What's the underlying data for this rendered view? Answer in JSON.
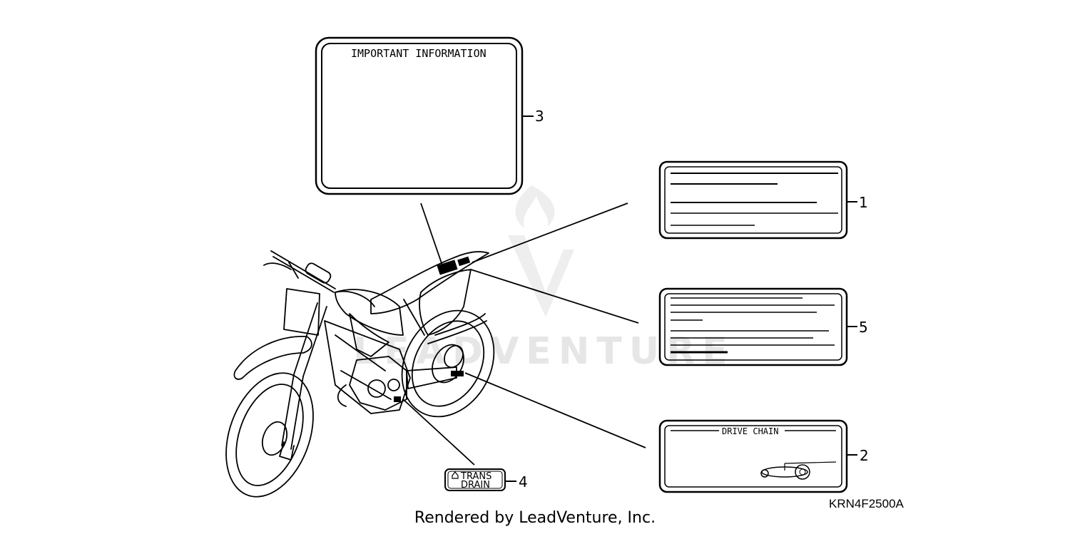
{
  "diagram": {
    "watermark_text": "LEADVENTURE",
    "label_3_title": "IMPORTANT INFORMATION",
    "label_2_title": "DRIVE CHAIN",
    "label_4_line1": "TRANS",
    "label_4_line2": "DRAIN",
    "callouts": {
      "c1": "1",
      "c2": "2",
      "c3": "3",
      "c4": "4",
      "c5": "5"
    },
    "diagram_code": "KRN4F2500A",
    "footer": "Rendered by LeadVenture, Inc."
  }
}
